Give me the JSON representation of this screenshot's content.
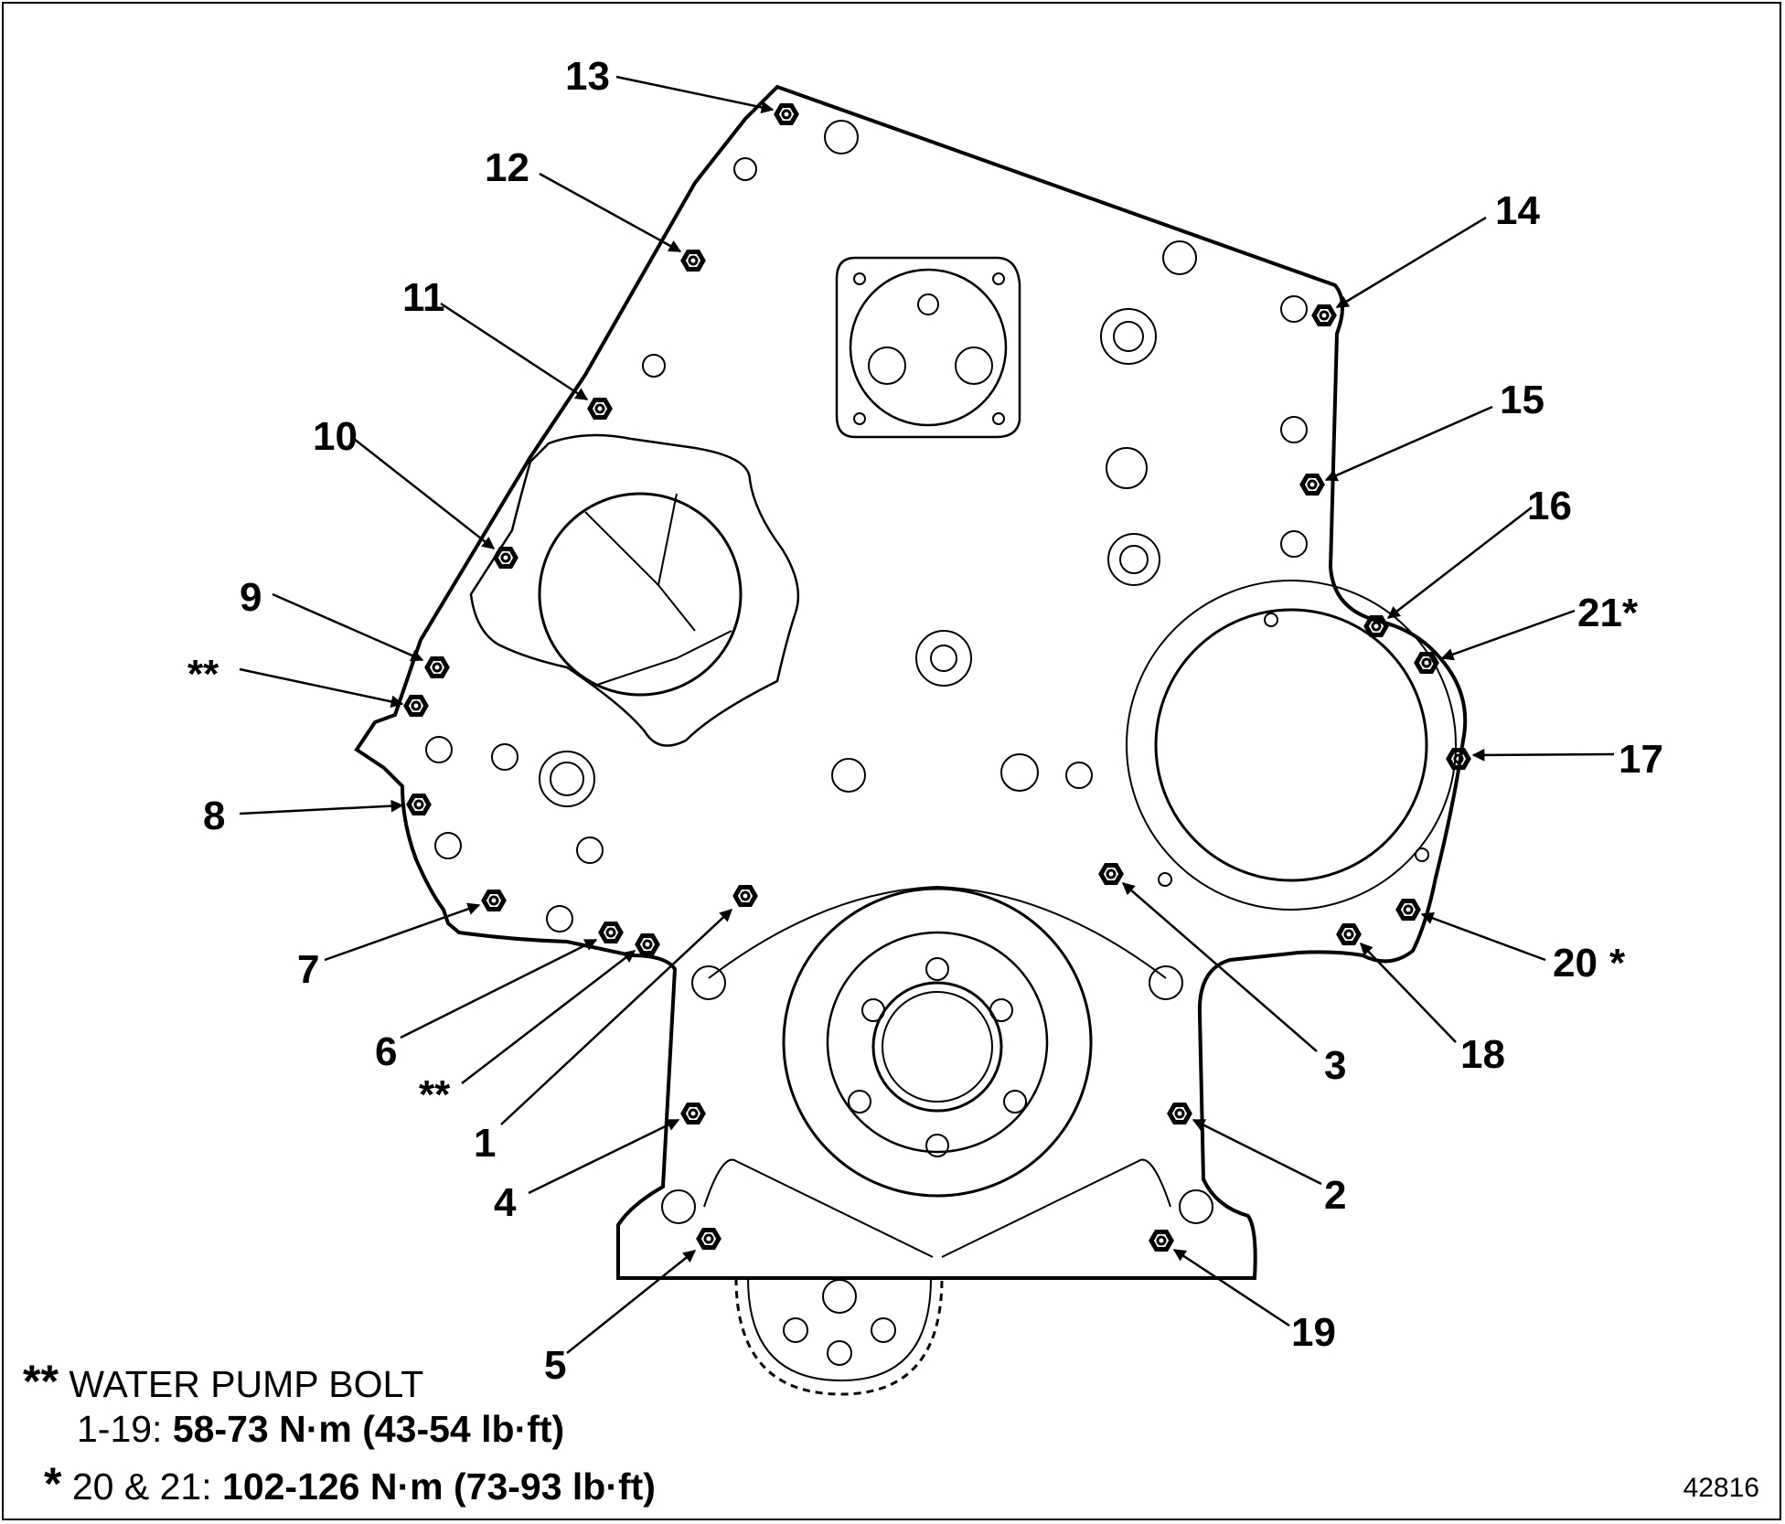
{
  "callouts": {
    "c1": "1",
    "c2": "2",
    "c3": "3",
    "c4": "4",
    "c5": "5",
    "c6": "6",
    "c7": "7",
    "c8": "8",
    "c9": "9",
    "c10": "10",
    "c11": "11",
    "c12": "12",
    "c13": "13",
    "c14": "14",
    "c15": "15",
    "c16": "16",
    "c17": "17",
    "c18": "18",
    "c19": "19",
    "c20": "20",
    "c20_mark": "*",
    "c21": "21*",
    "wp_upper": "**",
    "wp_lower": "**"
  },
  "legend": {
    "line1_mark": "**",
    "line1_text": "WATER PUMP BOLT",
    "line2_range": "1-19:",
    "line2_torque": "58-73 N·m (43-54 lb·ft)",
    "line3_mark": "*",
    "line3_range": "20 & 21:",
    "line3_torque": "102-126 N·m (73-93 lb·ft)"
  },
  "figure_number": "42816"
}
